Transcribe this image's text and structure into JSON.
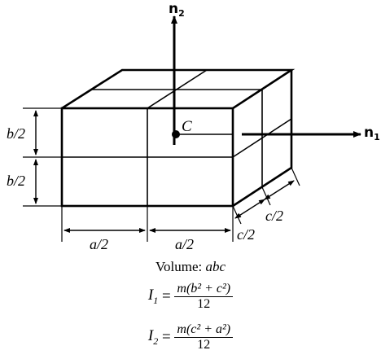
{
  "axes": {
    "n1_label": "n",
    "n1_sub": "1",
    "n2_label": "n",
    "n2_sub": "2"
  },
  "center_label": "C",
  "dimensions": {
    "b_half_top": "b/2",
    "b_half_bottom": "b/2",
    "a_half_left": "a/2",
    "a_half_right": "a/2",
    "c_half_front": "c/2",
    "c_half_back": "c/2"
  },
  "volume": {
    "prefix": "Volume: ",
    "expr": "abc"
  },
  "I1": {
    "lhs": "I",
    "sub": "1",
    "eq": " = ",
    "numerator": "m(b² + c²)",
    "denominator": "12"
  },
  "I2": {
    "lhs": "I",
    "sub": "2",
    "eq": " = ",
    "numerator": "m(c² + a²)",
    "denominator": "12"
  }
}
